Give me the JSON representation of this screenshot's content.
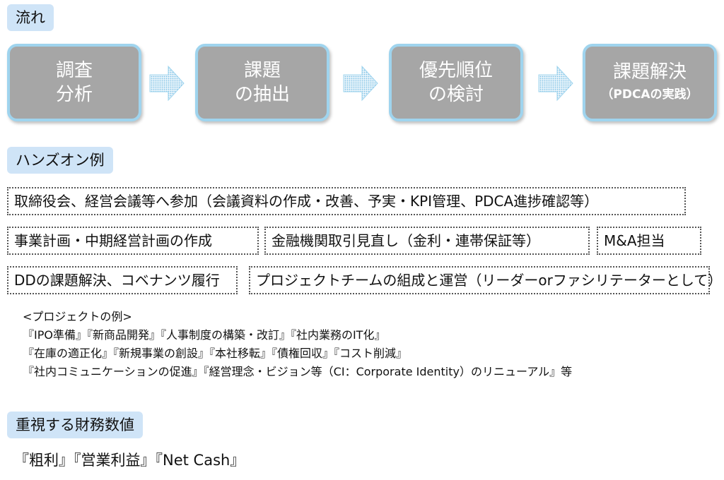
{
  "sections": {
    "flow": "流れ",
    "handson": "ハンズオン例",
    "kpi": "重視する財務数値"
  },
  "flow_steps": [
    {
      "line1": "調査",
      "line2": "分析"
    },
    {
      "line1": "課題",
      "line2": "の抽出"
    },
    {
      "line1": "優先順位",
      "line2": "の検討"
    },
    {
      "line1": "課題解決",
      "line2": "（PDCAの実践）"
    }
  ],
  "handson_items": [
    "取締役会、経営会議等へ参加（会議資料の作成・改善、予実・KPI管理、PDCA進捗確認等）",
    "事業計画・中期経営計画の作成",
    "金融機関取引見直し（金利・連帯保証等）",
    "M&A担当",
    "DDの課題解決、コベナンツ履行",
    "プロジェクトチームの組成と運営（リーダーorファシリテーターとして）"
  ],
  "project_examples": {
    "heading": "<プロジェクトの例>",
    "lines": [
      "『IPO準備』『新商品開発』『人事制度の構築・改訂』『社内業務のIT化』",
      "『在庫の適正化』『新規事業の創設』『本社移転』『債権回収』『コスト削減』",
      "『社内コミュニケーションの促進』『経営理念・ビジョン等（CI：Corporate Identity）のリニューアル』等"
    ]
  },
  "kpi_text": "『粗利』『営業利益』『Net Cash』",
  "colors": {
    "label_bg": "#cfe4f7",
    "step_fill": "#a6a6a6",
    "step_border": "#9fd4ee",
    "arrow": "#7fc2e6"
  }
}
